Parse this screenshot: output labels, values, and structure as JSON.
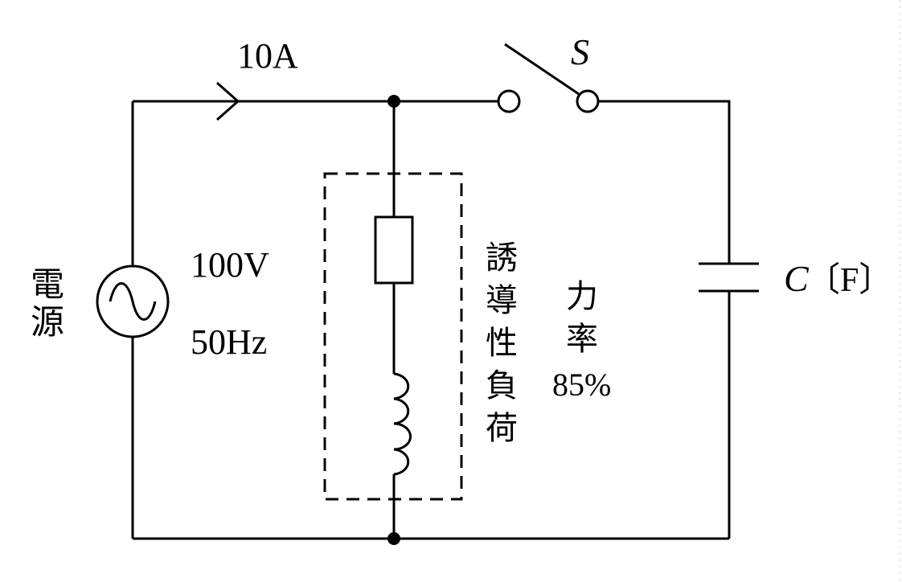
{
  "source": {
    "name_chars": [
      "電",
      "源"
    ],
    "voltage": "100V",
    "frequency": "50Hz"
  },
  "current": {
    "label": "10A"
  },
  "switch": {
    "label": "S"
  },
  "load": {
    "name_chars": [
      "誘",
      "導",
      "性",
      "負",
      "荷"
    ],
    "pf_chars": [
      "力",
      "率"
    ],
    "pf_value": "85%"
  },
  "capacitor": {
    "symbol": "C",
    "unit": "〔F〕"
  }
}
